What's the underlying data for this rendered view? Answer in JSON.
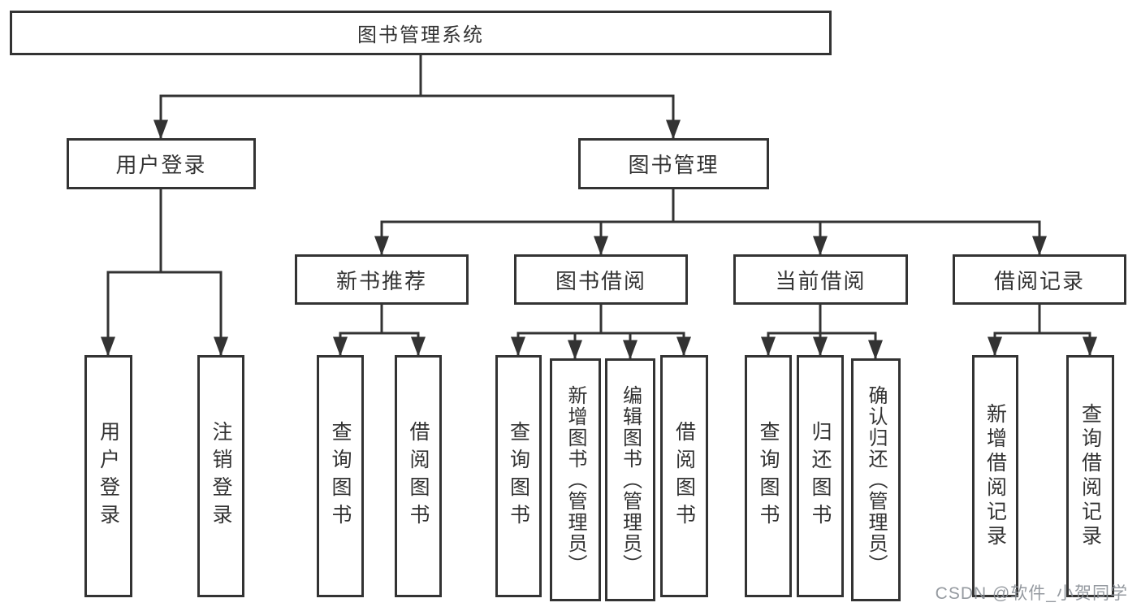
{
  "diagram": {
    "title": "图书管理系统",
    "branches": [
      {
        "label": "用户登录",
        "children": [
          {
            "label": "用户登录"
          },
          {
            "label": "注销登录"
          }
        ]
      },
      {
        "label": "图书管理",
        "children": [
          {
            "label": "新书推荐",
            "children": [
              {
                "label": "查询图书"
              },
              {
                "label": "借阅图书"
              }
            ]
          },
          {
            "label": "图书借阅",
            "children": [
              {
                "label": "查询图书"
              },
              {
                "label": "新增图书（管理员）"
              },
              {
                "label": "编辑图书（管理员）"
              },
              {
                "label": "借阅图书"
              }
            ]
          },
          {
            "label": "当前借阅",
            "children": [
              {
                "label": "查询图书"
              },
              {
                "label": "归还图书"
              },
              {
                "label": "确认归还（管理员）"
              }
            ]
          },
          {
            "label": "借阅记录",
            "children": [
              {
                "label": "新增借阅记录"
              },
              {
                "label": "查询借阅记录"
              }
            ]
          }
        ]
      }
    ]
  },
  "watermark": {
    "text": "CSDN @软件_小贺同学",
    "color": "#8a8f96"
  },
  "colors": {
    "line": "#333333",
    "box_border": "#333333",
    "text": "#333333",
    "background": "#ffffff"
  }
}
